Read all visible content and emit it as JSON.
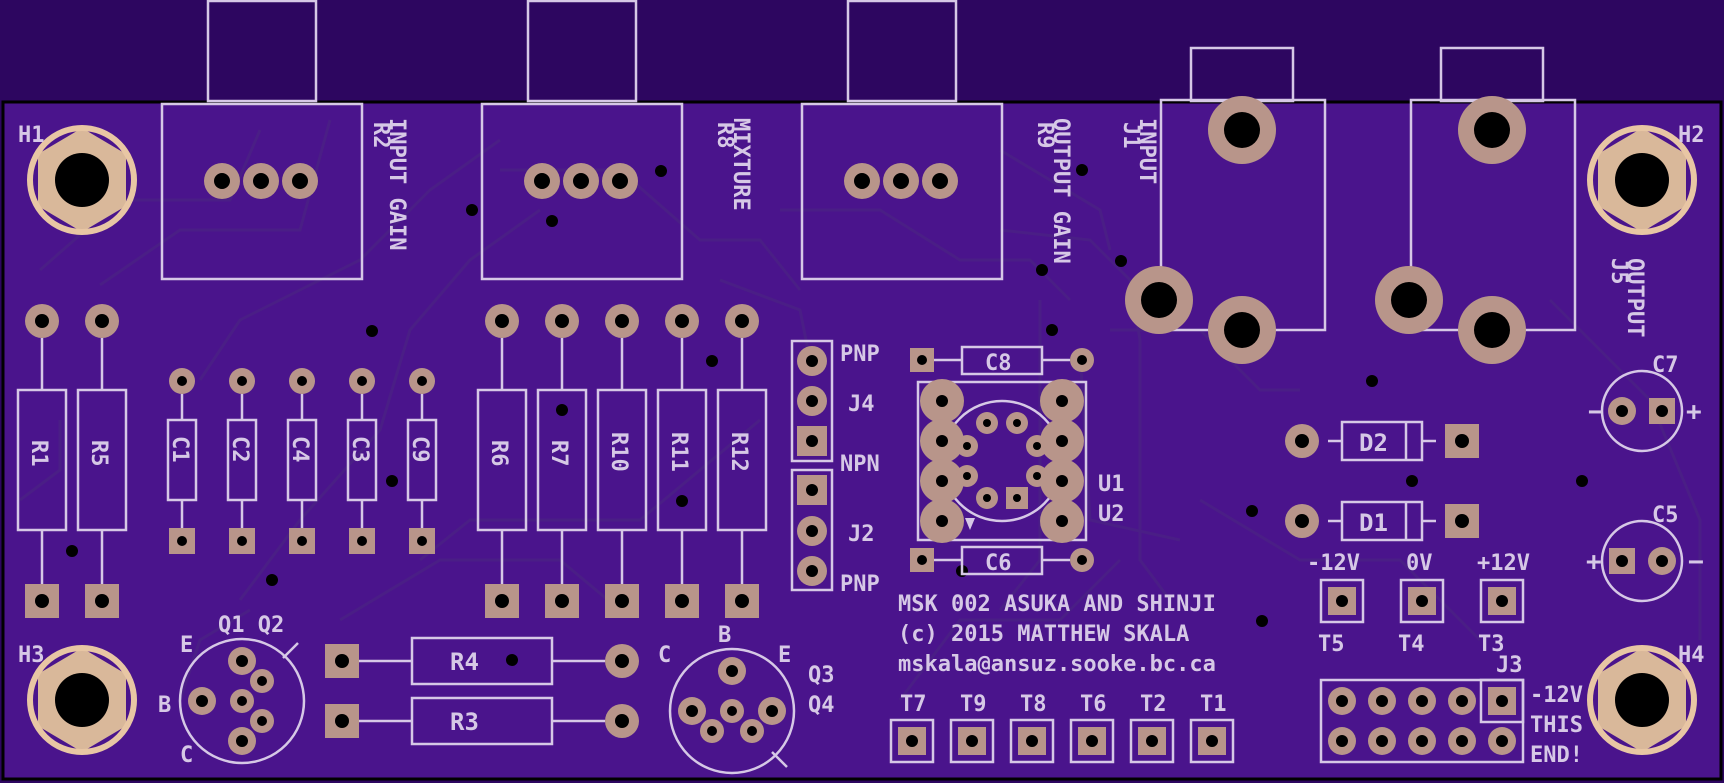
{
  "board": {
    "colors": {
      "board": "#4a148c",
      "overhang": "#2d0660",
      "silkscreen": "#d6c8e6",
      "copper_pad": "#b8958a",
      "mount_ring": "#e8c6a4",
      "drill": "#000000"
    },
    "mount_holes": [
      "H1",
      "H2",
      "H3",
      "H4"
    ],
    "pots": [
      {
        "ref": "R2",
        "name": "INPUT GAIN"
      },
      {
        "ref": "R8",
        "name": "MIXTURE"
      },
      {
        "ref": "R9",
        "name": "OUTPUT GAIN"
      }
    ],
    "jacks": [
      {
        "ref": "J1",
        "name": "INPUT"
      },
      {
        "ref": "J5",
        "name": "OUTPUT"
      }
    ],
    "resistors_left": [
      "R1",
      "R5"
    ],
    "capacitors": [
      "C1",
      "C2",
      "C4",
      "C3",
      "C9"
    ],
    "resistors_mid": [
      "R6",
      "R7",
      "R10",
      "R11",
      "R12"
    ],
    "transistor_headers": {
      "j4": {
        "ref": "J4",
        "top": "PNP",
        "bottom": "NPN"
      },
      "j2": {
        "ref": "J2",
        "bottom": "PNP"
      }
    },
    "caps_film": [
      "C8",
      "C6"
    ],
    "ics": [
      "U1",
      "U2"
    ],
    "diodes": [
      "D2",
      "D1"
    ],
    "electrolytics": [
      {
        "ref": "C7",
        "left": "−",
        "right": "+"
      },
      {
        "ref": "C5",
        "left": "+",
        "right": "−"
      }
    ],
    "power_labels": [
      "-12V",
      "0V",
      "+12V"
    ],
    "power_tests": [
      "T5",
      "T4",
      "T3"
    ],
    "credits": [
      "MSK 002 ASUKA AND SHINJI",
      "(c) 2015 MATTHEW SKALA",
      "mskala@ansuz.sooke.bc.ca"
    ],
    "transistor_left": {
      "refs": "Q1 Q2",
      "e": "E",
      "b": "B",
      "c": "C"
    },
    "transistor_right": {
      "q3": "Q3",
      "q4": "Q4",
      "b": "B",
      "c": "C",
      "e": "E"
    },
    "resistors_bottom": [
      "R4",
      "R3"
    ],
    "test_points": [
      "T7",
      "T9",
      "T8",
      "T6",
      "T2",
      "T1"
    ],
    "connector": {
      "ref": "J3",
      "note": [
        "-12V",
        "THIS",
        "END!"
      ]
    }
  }
}
